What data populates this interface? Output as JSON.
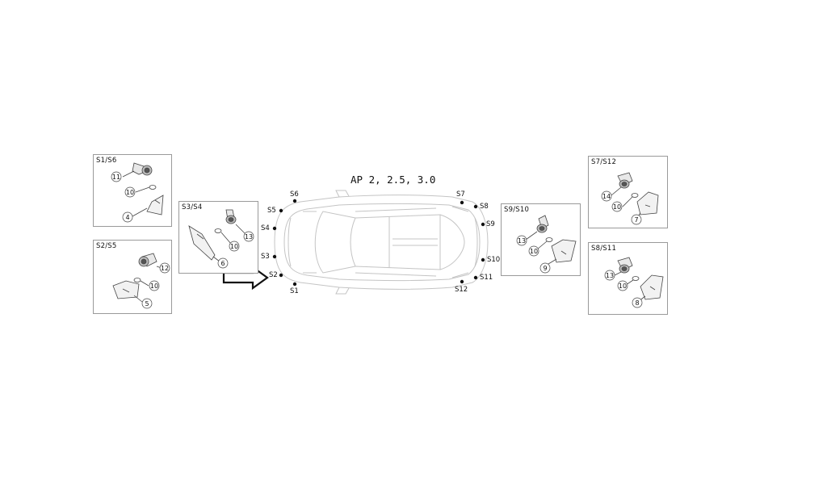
{
  "title": "AP 2, 2.5, 3.0",
  "sensors": {
    "s1": "S1",
    "s2": "S2",
    "s3": "S3",
    "s4": "S4",
    "s5": "S5",
    "s6": "S6",
    "s7": "S7",
    "s8": "S8",
    "s9": "S9",
    "s10": "S10",
    "s11": "S11",
    "s12": "S12"
  },
  "panels": {
    "s1s6": {
      "title": "S1/S6",
      "callouts": [
        "11",
        "10",
        "4"
      ]
    },
    "s2s5": {
      "title": "S2/S5",
      "callouts": [
        "12",
        "10",
        "5"
      ]
    },
    "s3s4": {
      "title": "S3/S4",
      "callouts": [
        "10",
        "13",
        "6"
      ]
    },
    "s9s10": {
      "title": "S9/S10",
      "callouts": [
        "13",
        "10",
        "9"
      ]
    },
    "s7s12": {
      "title": "S7/S12",
      "callouts": [
        "14",
        "10",
        "7"
      ]
    },
    "s8s11": {
      "title": "S8/S11",
      "callouts": [
        "13",
        "10",
        "8"
      ]
    }
  },
  "icons": {
    "pointer_arrow": "arrow-right-outline-icon"
  }
}
